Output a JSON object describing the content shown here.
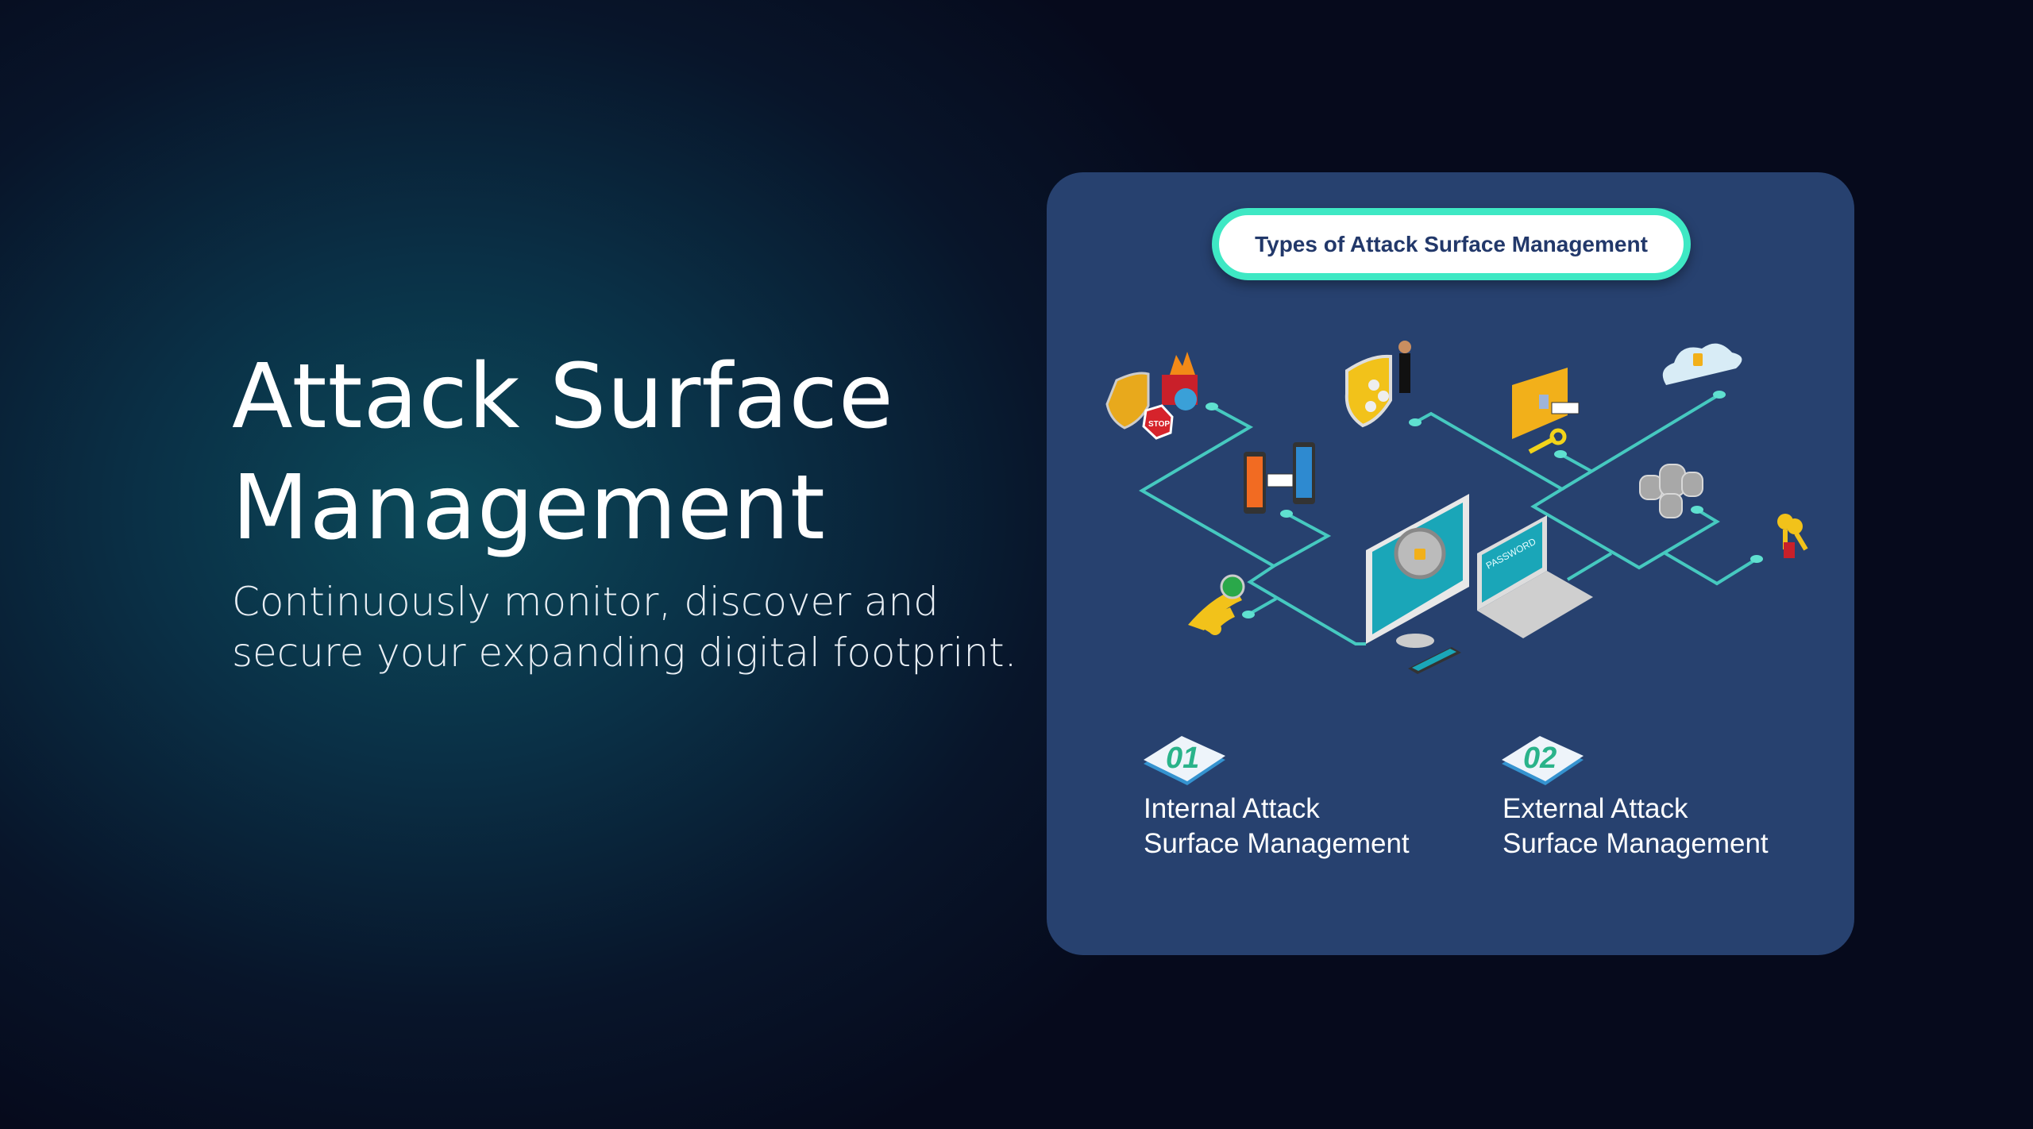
{
  "hero": {
    "title_line1": "Attack Surface",
    "title_line2": "Management",
    "subtitle_line1": "Continuously monitor, discover and",
    "subtitle_line2": "secure your expanding digital footprint."
  },
  "card": {
    "heading": "Types of Attack Surface Management",
    "items": [
      {
        "number": "01",
        "line1": "Internal Attack",
        "line2": "Surface Management"
      },
      {
        "number": "02",
        "line1": "External Attack",
        "line2": "Surface Management"
      }
    ],
    "illustration_labels": {
      "stop": "STOP",
      "password": "PASSWORD"
    }
  },
  "colors": {
    "accent": "#3ee8c4",
    "card_bg": "#27416f",
    "heading_text": "#22386a",
    "line": "#46c9c0"
  }
}
